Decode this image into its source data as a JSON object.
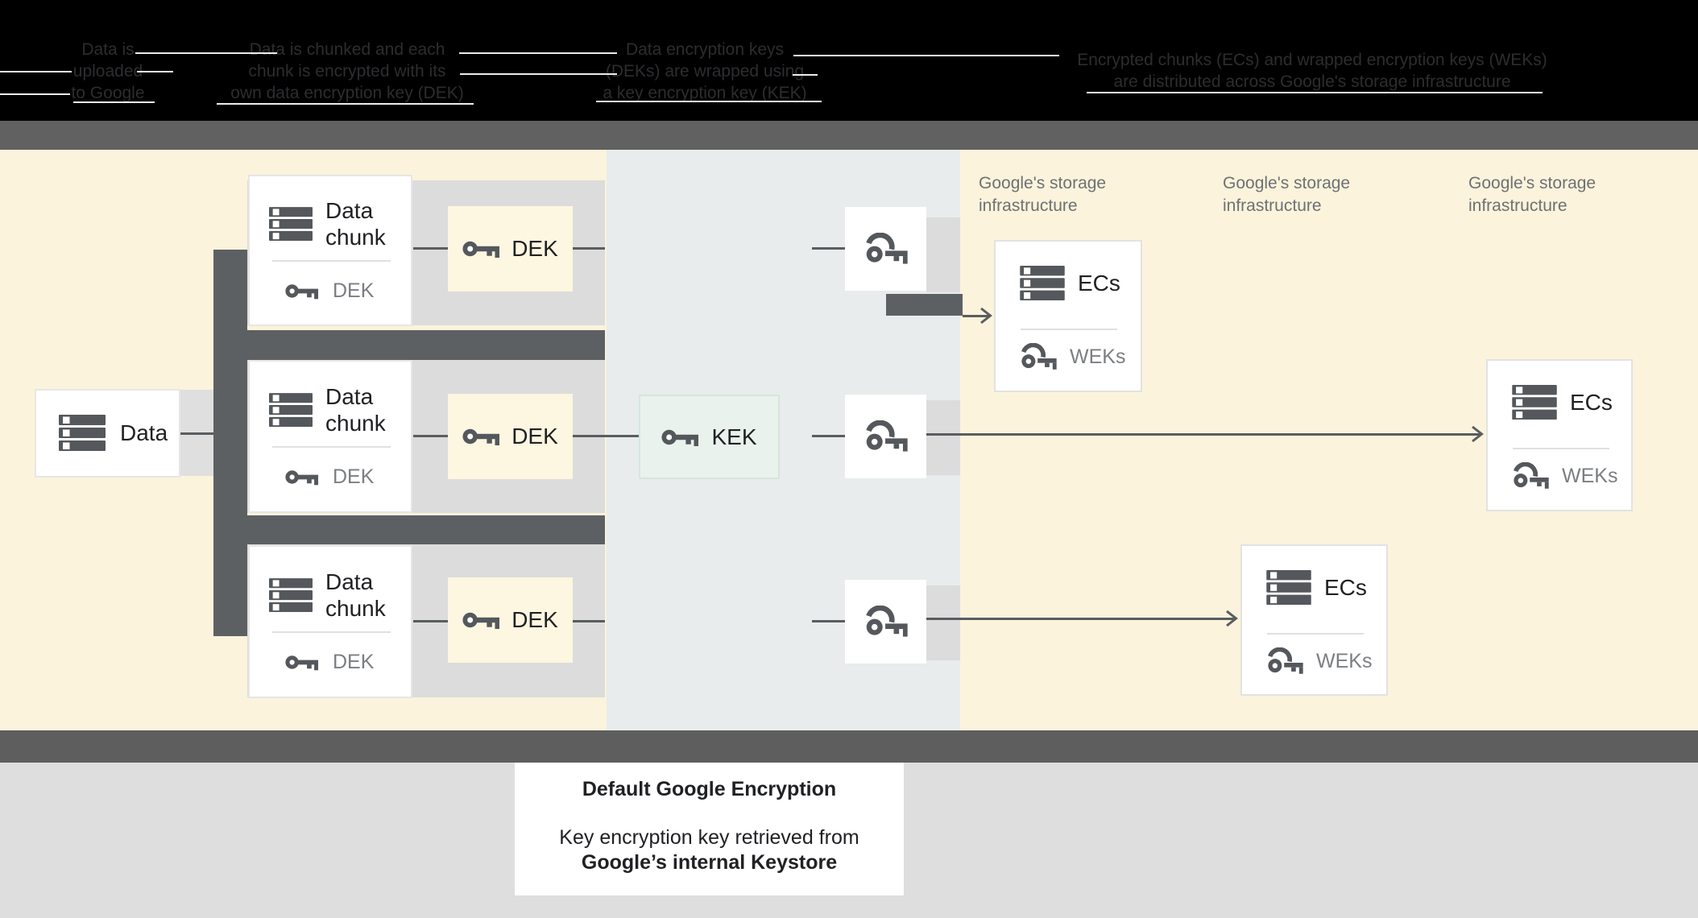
{
  "colors": {
    "cream_background": "#fbf3db",
    "cream_dek_box": "#fdf6e1",
    "blue_column": "#e8ecec",
    "panel_gray": "#dcdcdc",
    "dark_gray_bars": "#5d6063",
    "kek_green": "#e9f2ec",
    "icon_gray": "#54585c",
    "label_dark": "#202124",
    "label_gray": "#7b7e82"
  },
  "header": {
    "steps": [
      {
        "lines": [
          "Data is",
          "uploaded",
          "to Google"
        ]
      },
      {
        "lines": [
          "Data is chunked and each",
          "chunk is encrypted with its",
          "own data encryption key (DEK)"
        ]
      },
      {
        "lines": [
          "Data encryption keys",
          "(DEKs) are wrapped using",
          "a key encryption key (KEK)"
        ]
      },
      {
        "lines": [
          "Encrypted chunks (ECs) and wrapped encryption keys (WEKs)",
          "are distributed across Google's storage infrastructure"
        ]
      }
    ]
  },
  "diagram": {
    "data_box": {
      "label": "Data",
      "icon": "server-stack-icon"
    },
    "chunk_boxes": [
      {
        "title": "Data chunk",
        "key_label": "DEK",
        "icon": "server-stack-icon",
        "key_icon": "key-icon"
      },
      {
        "title": "Data chunk",
        "key_label": "DEK",
        "icon": "server-stack-icon",
        "key_icon": "key-icon"
      },
      {
        "title": "Data chunk",
        "key_label": "DEK",
        "icon": "server-stack-icon",
        "key_icon": "key-icon"
      }
    ],
    "dek_boxes": [
      {
        "label": "DEK",
        "icon": "key-icon"
      },
      {
        "label": "DEK",
        "icon": "key-icon"
      },
      {
        "label": "DEK",
        "icon": "key-icon"
      }
    ],
    "kek_box": {
      "label": "KEK",
      "icon": "key-icon"
    },
    "key_boxes": [
      {
        "icon": "key-icon"
      },
      {
        "icon": "key-icon"
      },
      {
        "icon": "key-icon"
      }
    ],
    "ecs_boxes": [
      {
        "title": "ECs",
        "key_label": "WEKs",
        "icon": "server-stack-icon",
        "key_icon": "key-icon"
      },
      {
        "title": "ECs",
        "key_label": "WEKs",
        "icon": "server-stack-icon",
        "key_icon": "key-icon"
      },
      {
        "title": "ECs",
        "key_label": "WEKs",
        "icon": "server-stack-icon",
        "key_icon": "key-icon"
      }
    ],
    "storage_labels": [
      {
        "line1": "Google's storage",
        "line2": "infrastructure"
      },
      {
        "line1": "Google's storage",
        "line2": "infrastructure"
      },
      {
        "line1": "Google's storage",
        "line2": "infrastructure"
      }
    ]
  },
  "caption": {
    "title": "Default Google Encryption",
    "line1": "Key encryption key retrieved from",
    "line2": "Google’s internal Keystore"
  }
}
